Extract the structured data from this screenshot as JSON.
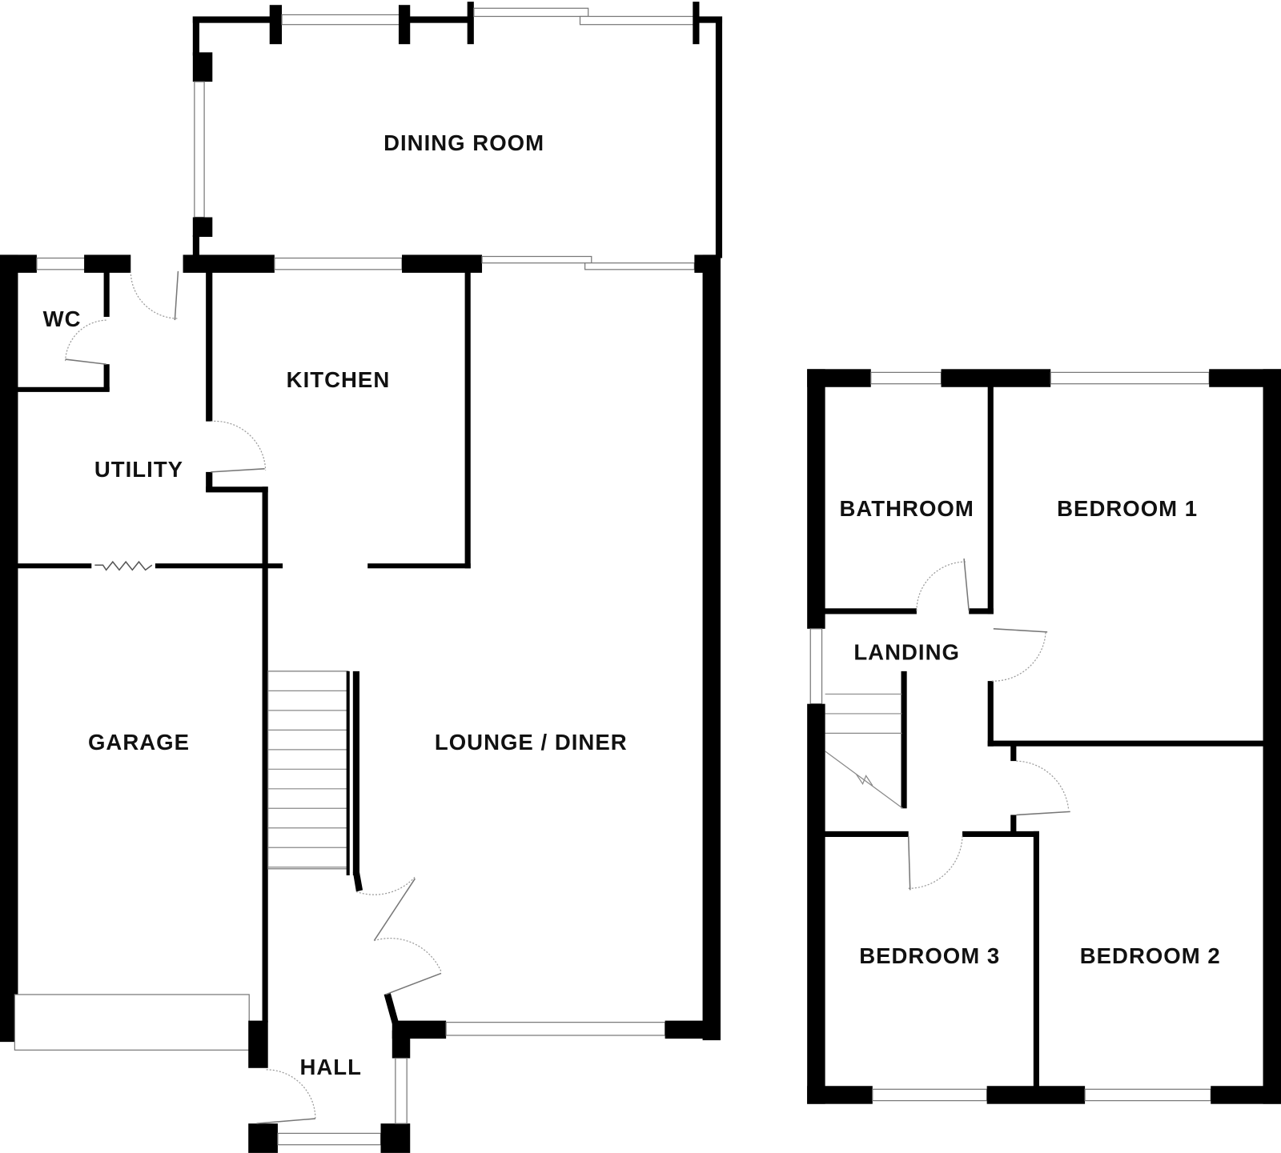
{
  "ground_floor": {
    "rooms": {
      "dining_room": "DINING ROOM",
      "wc": "WC",
      "kitchen": "KITCHEN",
      "utility": "UTILITY",
      "garage": "GARAGE",
      "lounge_diner": "LOUNGE / DINER",
      "hall": "HALL"
    }
  },
  "first_floor": {
    "rooms": {
      "bathroom": "BATHROOM",
      "bedroom_1": "BEDROOM 1",
      "landing": "LANDING",
      "bedroom_3": "BEDROOM 3",
      "bedroom_2": "BEDROOM 2"
    }
  }
}
